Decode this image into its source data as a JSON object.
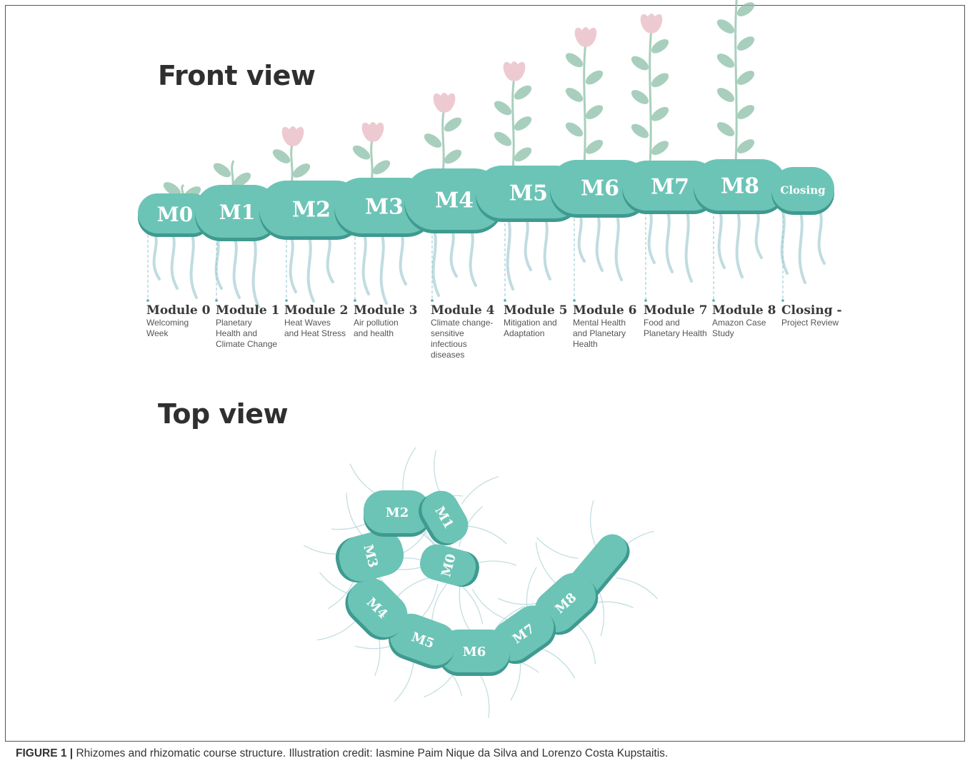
{
  "front_view": {
    "title": "Front view",
    "segments": [
      {
        "label": "M0"
      },
      {
        "label": "M1"
      },
      {
        "label": "M2"
      },
      {
        "label": "M3"
      },
      {
        "label": "M4"
      },
      {
        "label": "M5"
      },
      {
        "label": "M6"
      },
      {
        "label": "M7"
      },
      {
        "label": "M8"
      },
      {
        "label": "Closing"
      }
    ],
    "modules": [
      {
        "title": "Module 0",
        "desc_lines": [
          "Welcoming",
          "Week"
        ]
      },
      {
        "title": "Module 1",
        "desc_lines": [
          "Planetary",
          "Health and",
          "Climate Change"
        ]
      },
      {
        "title": "Module 2",
        "desc_lines": [
          "Heat Waves",
          "and Heat Stress"
        ]
      },
      {
        "title": "Module 3",
        "desc_lines": [
          "Air pollution",
          "and health"
        ]
      },
      {
        "title": "Module 4",
        "desc_lines": [
          "Climate change-",
          "sensitive",
          "infectious",
          "diseases"
        ]
      },
      {
        "title": "Module 5",
        "desc_lines": [
          "Mitigation and",
          "Adaptation"
        ]
      },
      {
        "title": "Module 6",
        "desc_lines": [
          "Mental Health",
          "and Planetary",
          "Health"
        ]
      },
      {
        "title": "Module 7",
        "desc_lines": [
          "Food and",
          "Planetary Health"
        ]
      },
      {
        "title": "Module 8",
        "desc_lines": [
          "Amazon Case",
          "Study"
        ]
      },
      {
        "title": "Closing -",
        "desc_lines": [
          "Project Review"
        ]
      }
    ]
  },
  "top_view": {
    "title": "Top view",
    "segments": [
      {
        "label": "M0"
      },
      {
        "label": "M1"
      },
      {
        "label": "M2"
      },
      {
        "label": "M3"
      },
      {
        "label": "M4"
      },
      {
        "label": "M5"
      },
      {
        "label": "M6"
      },
      {
        "label": "M7"
      },
      {
        "label": "M8"
      }
    ]
  },
  "caption": {
    "label": "FIGURE 1 |",
    "text": " Rhizomes and rhizomatic course structure. Illustration credit: Iasmine Paim Nique da Silva and Lorenzo Costa Kupstaitis."
  },
  "colors": {
    "segment_fill": "#6cc4b6",
    "segment_dark": "#3f9a90",
    "root": "#b5d6da",
    "leaf": "#8cbfa8",
    "flower": "#e8b9c4",
    "dashed_line": "#8fc6cb"
  }
}
